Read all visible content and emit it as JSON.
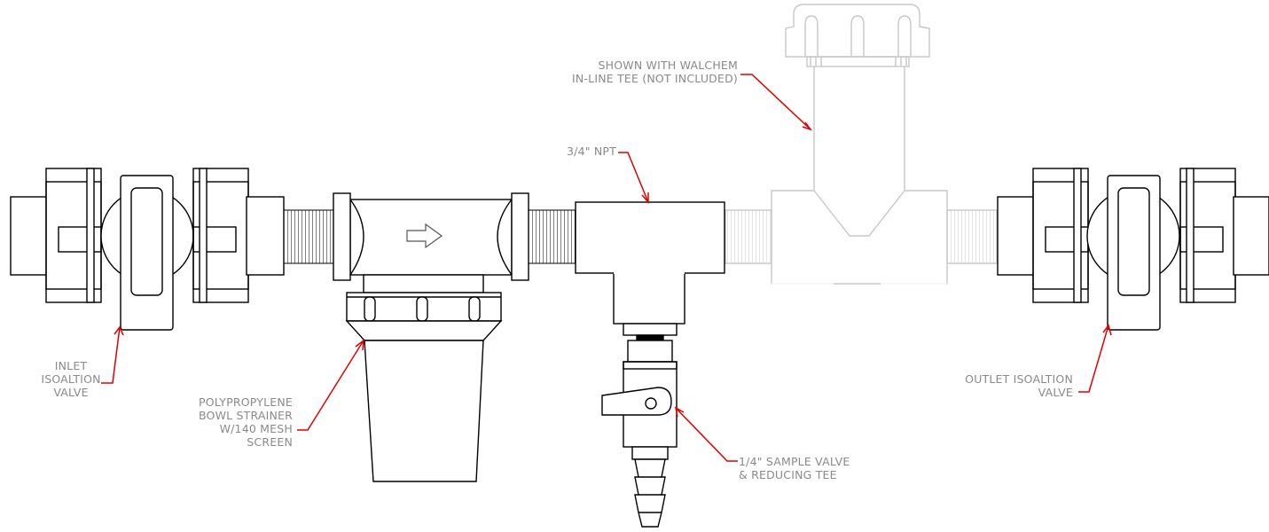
{
  "colors": {
    "line": "#000000",
    "ghost": "#c8c8c8",
    "leader": "#e00000",
    "label": "#8a8a8a"
  },
  "labels": {
    "walchem_tee": {
      "line1": "SHOWN WITH WALCHEM",
      "line2": "IN-LINE TEE (NOT INCLUDED)"
    },
    "npt": {
      "line1": "3/4\" NPT"
    },
    "inlet_valve": {
      "line1": "INLET",
      "line2": "ISOALTION",
      "line3": "VALVE"
    },
    "strainer": {
      "line1": "POLYPROPYLENE",
      "line2": "BOWL STRAINER",
      "line3": "W/140 MESH",
      "line4": "SCREEN"
    },
    "sample_valve": {
      "line1": "1/4\" SAMPLE VALVE",
      "line2": "& REDUCING TEE"
    },
    "outlet_valve": {
      "line1": "OUTLET ISOALTION",
      "line2": "VALVE"
    }
  },
  "icons": {
    "flow_direction": "flow-arrow-icon"
  }
}
